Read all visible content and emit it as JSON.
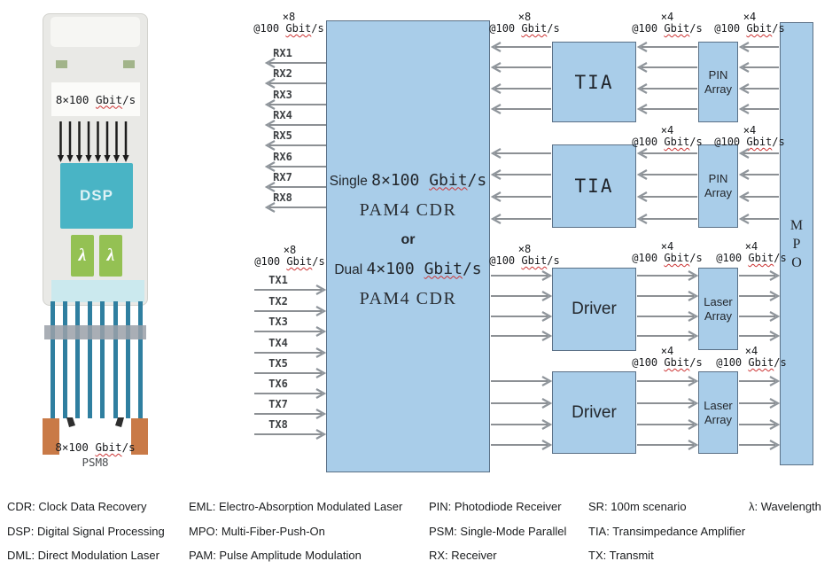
{
  "module": {
    "top_rate": "8×100 ",
    "dsp": "DSP",
    "lambda": "λ",
    "bottom_rate": "8×100 ",
    "psm": "PSM8"
  },
  "labels": {
    "x8": "×8",
    "x4": "×4",
    "rate_at": "@100 ",
    "rate_unit": "Gbit",
    "rate_suffix": "/s"
  },
  "diagram": {
    "rx": [
      "RX1",
      "RX2",
      "RX3",
      "RX4",
      "RX5",
      "RX6",
      "RX7",
      "RX8"
    ],
    "tx": [
      "TX1",
      "TX2",
      "TX3",
      "TX4",
      "TX5",
      "TX6",
      "TX7",
      "TX8"
    ],
    "cdr": {
      "mode1": "Single ",
      "rate1": "8×100 ",
      "pam": "PAM4 CDR",
      "or": "or",
      "mode2": "Dual ",
      "rate2": "4×100 "
    },
    "tia": "TIA",
    "driver": "Driver",
    "pin_array": [
      "PIN",
      "Array"
    ],
    "laser_array": [
      "Laser",
      "Array"
    ],
    "mpo": [
      "M",
      "P",
      "O"
    ]
  },
  "legend": {
    "columns": [
      {
        "items": [
          "CDR: Clock Data Recovery",
          "DSP: Digital Signal Processing",
          "DML: Direct Modulation Laser"
        ]
      },
      {
        "items": [
          "EML: Electro-Absorption Modulated Laser",
          "MPO: Multi-Fiber-Push-On",
          "PAM: Pulse Amplitude Modulation"
        ]
      },
      {
        "items": [
          "PIN: Photodiode Receiver",
          "PSM: Single-Mode Parallel",
          "RX: Receiver"
        ]
      },
      {
        "items": [
          "SR: 100m scenario",
          "TIA: Transimpedance Amplifier",
          "TX: Transmit"
        ]
      },
      {
        "items": [
          "λ: Wavelength"
        ]
      }
    ]
  },
  "colors": {
    "block_fill": "#a9cde9",
    "block_border": "#5a7086",
    "dsp_teal": "#49b4c5",
    "lambda_green": "#94c153",
    "fiber_teal": "#2f7fa0",
    "connector_orange": "#c97a47",
    "squiggle_red": "#cc3333"
  }
}
